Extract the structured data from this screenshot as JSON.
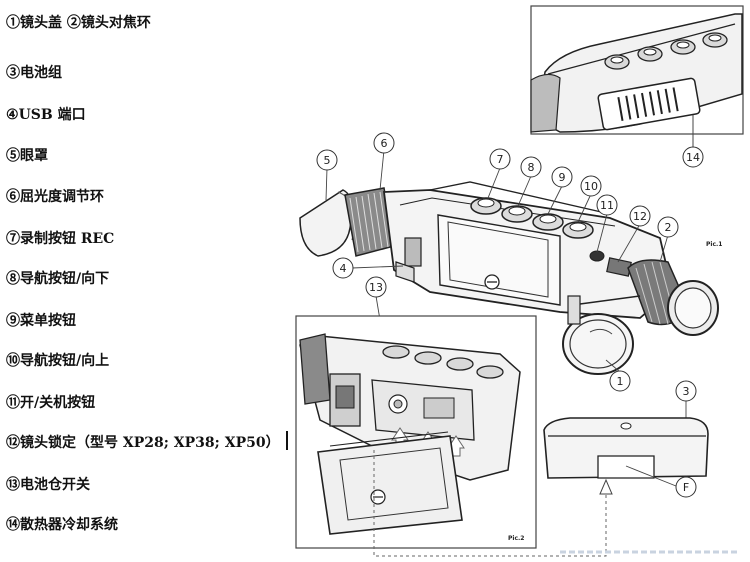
{
  "legend": [
    {
      "num": "①",
      "text": "镜头盖 ②镜头对焦环"
    },
    {
      "num": "③",
      "text": "电池组"
    },
    {
      "num": "④",
      "text": "USB 端口"
    },
    {
      "num": "⑤",
      "text": "眼罩"
    },
    {
      "num": "⑥",
      "text": "屈光度调节环"
    },
    {
      "num": "⑦",
      "text": "录制按钮 REC"
    },
    {
      "num": "⑧",
      "text": "导航按钮/向下"
    },
    {
      "num": "⑨",
      "text": "菜单按钮"
    },
    {
      "num": "⑩",
      "text": "导航按钮/向上"
    },
    {
      "num": "⑪",
      "text": "开/关机按钮"
    },
    {
      "num": "⑫",
      "text": "镜头锁定（型号 XP28; XP38; XP50）"
    },
    {
      "num": "⑬",
      "text": "电池仓开关"
    },
    {
      "num": "⑭",
      "text": "散热器冷却系统"
    }
  ],
  "callouts": [
    "1",
    "2",
    "3",
    "4",
    "5",
    "6",
    "7",
    "8",
    "9",
    "10",
    "11",
    "12",
    "13",
    "14",
    "F"
  ],
  "pic_labels": {
    "pic1": "Pic.1",
    "pic2": "Pic.2"
  }
}
